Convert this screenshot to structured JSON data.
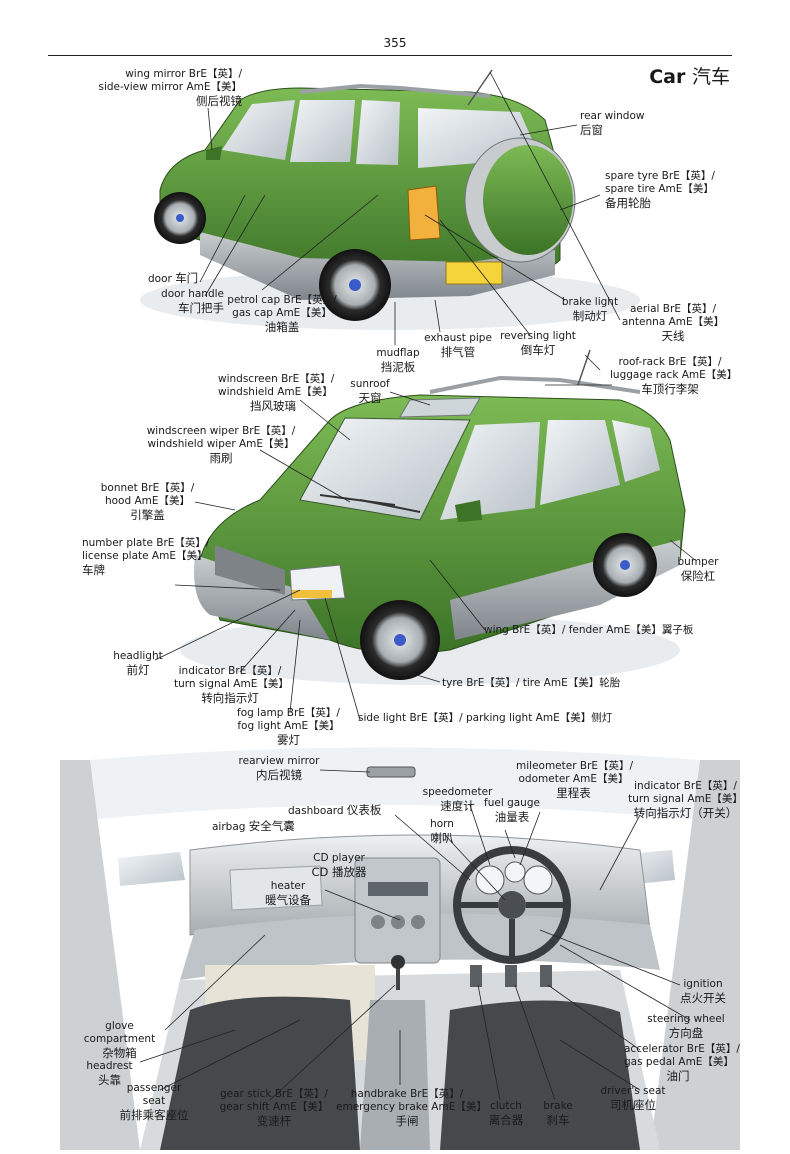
{
  "page": {
    "number": "355",
    "title_en": "Car",
    "title_zh": "汽车"
  },
  "labels": {
    "wing_mirror": {
      "en": "wing mirror BrE【英】/",
      "en2": "side-view mirror AmE【美】",
      "zh": "侧后视镜"
    },
    "rear_window": {
      "en": "rear window",
      "zh": "后窗"
    },
    "spare_tyre": {
      "en": "spare tyre BrE【英】/",
      "en2": "spare tire AmE【美】",
      "zh": "备用轮胎"
    },
    "door": {
      "en": "door",
      "zh": "车门"
    },
    "door_handle": {
      "en": "door handle",
      "zh": "车门把手"
    },
    "petrol_cap": {
      "en": "petrol cap BrE【英】/",
      "en2": "gas cap AmE【美】",
      "zh": "油箱盖"
    },
    "brake_light": {
      "en": "brake light",
      "zh": "制动灯"
    },
    "exhaust_pipe": {
      "en": "exhaust pipe",
      "zh": "排气管"
    },
    "reversing_light": {
      "en": "reversing light",
      "zh": "倒车灯"
    },
    "mudflap": {
      "en": "mudflap",
      "zh": "挡泥板"
    },
    "aerial": {
      "en": "aerial BrE【英】/",
      "en2": "antenna AmE【美】",
      "zh": "天线"
    },
    "roof_rack": {
      "en": "roof-rack BrE【英】/",
      "en2": "luggage rack AmE【美】",
      "zh": "车顶行李架"
    },
    "windscreen": {
      "en": "windscreen BrE【英】/",
      "en2": "windshield AmE【美】",
      "zh": "挡风玻璃"
    },
    "sunroof": {
      "en": "sunroof",
      "zh": "天窗"
    },
    "wiper": {
      "en": "windscreen wiper BrE【英】/",
      "en2": "windshield wiper AmE【美】",
      "zh": "雨刷"
    },
    "bonnet": {
      "en": "bonnet BrE【英】/",
      "en2": "hood AmE【美】",
      "zh": "引擎盖"
    },
    "number_plate": {
      "en": "number plate BrE【英】/",
      "en2": "license plate AmE【美】",
      "zh": "车牌"
    },
    "bumper": {
      "en": "bumper",
      "zh": "保险杠"
    },
    "headlight": {
      "en": "headlight",
      "zh": "前灯"
    },
    "indicator_front": {
      "en": "indicator BrE【英】/",
      "en2": "turn signal AmE【美】",
      "zh": "转向指示灯"
    },
    "wing": {
      "en": "wing BrE【英】/ fender AmE【美】翼子板"
    },
    "tyre": {
      "en": "tyre BrE【英】/ tire AmE【美】轮胎"
    },
    "fog_lamp": {
      "en": "fog lamp BrE【英】/",
      "en2": "fog light AmE【美】",
      "zh": "雾灯"
    },
    "side_light": {
      "en": "side light BrE【英】/ parking light AmE【美】侧灯"
    },
    "rearview_mirror": {
      "en": "rearview mirror",
      "zh": "内后视镜"
    },
    "mileometer": {
      "en": "mileometer BrE【英】/",
      "en2": "odometer AmE【美】",
      "zh": "里程表"
    },
    "indicator_dash": {
      "en": "indicator BrE【英】/",
      "en2": "turn signal AmE【美】",
      "zh": "转向指示灯（开关）"
    },
    "speedometer": {
      "en": "speedometer",
      "zh": "速度计"
    },
    "fuel_gauge": {
      "en": "fuel gauge",
      "zh": "油量表"
    },
    "dashboard": {
      "en": "dashboard",
      "zh": "仪表板"
    },
    "horn": {
      "en": "horn",
      "zh": "喇叭"
    },
    "airbag": {
      "en": "airbag",
      "zh": "安全气囊"
    },
    "cd_player": {
      "en": "CD player",
      "zh": "CD 播放器"
    },
    "heater": {
      "en": "heater",
      "zh": "暖气设备"
    },
    "ignition": {
      "en": "ignition",
      "zh": "点火开关"
    },
    "steering_wheel": {
      "en": "steering wheel",
      "zh": "方向盘"
    },
    "accelerator": {
      "en": "accelerator BrE【英】/",
      "en2": "gas pedal AmE【美】",
      "zh": "油门"
    },
    "glove_compartment": {
      "en": "glove",
      "en2": "compartment",
      "zh": "杂物箱"
    },
    "headrest": {
      "en": "headrest",
      "zh": "头靠"
    },
    "passenger_seat": {
      "en": "passenger",
      "en2": "seat",
      "zh": "前排乘客座位"
    },
    "gear_stick": {
      "en": "gear stick BrE【英】/",
      "en2": "gear shift AmE【美】",
      "zh": "变速杆"
    },
    "handbrake": {
      "en": "handbrake BrE【英】/",
      "en2": "emergency brake AmE【美】",
      "zh": "手闸"
    },
    "clutch": {
      "en": "clutch",
      "zh": "离合器"
    },
    "brake": {
      "en": "brake",
      "zh": "刹车"
    },
    "drivers_seat": {
      "en": "driver's seat",
      "zh": "司机座位"
    }
  },
  "colors": {
    "body_green": "#5a9a3c",
    "body_dark": "#3f7a2a",
    "trim_grey": "#9ea3a6",
    "glass": "#dfe6ea",
    "interior": "#d6dadc",
    "interior_dark": "#8e9499",
    "line": "#222222"
  }
}
